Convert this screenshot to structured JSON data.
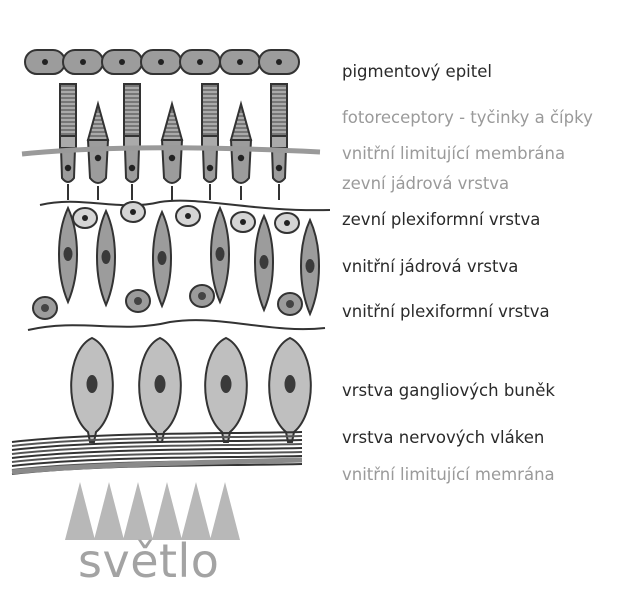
{
  "labels": [
    {
      "text": "pigmentový epitel",
      "tone": "dark"
    },
    {
      "text": "fotoreceptory - tyčinky a čípky",
      "tone": "light"
    },
    {
      "text": "vnitřní limitující membrána",
      "tone": "light"
    },
    {
      "text": "zevní jádrová vrstva",
      "tone": "light"
    },
    {
      "text": "zevní plexiformní vrstva",
      "tone": "dark"
    },
    {
      "text": "vnitřní jádrová vrstva",
      "tone": "dark"
    },
    {
      "text": "vnitřní plexiformní vrstva",
      "tone": "dark"
    },
    {
      "text": "vrstva gangliových buněk",
      "tone": "dark"
    },
    {
      "text": "vrstva nervových vláken",
      "tone": "dark"
    },
    {
      "text": "vnitřní limitující memrána",
      "tone": "light"
    }
  ],
  "light_label": "světlo",
  "colors": {
    "dark_text": "#2a2a2a",
    "light_text": "#9a9a9a",
    "cell_fill": "#9c9c9c",
    "ganglion_fill": "#bfbfbf",
    "nucleus": "#4a4a4a",
    "outline": "#333333",
    "light_rays": "#b8b8b8"
  }
}
